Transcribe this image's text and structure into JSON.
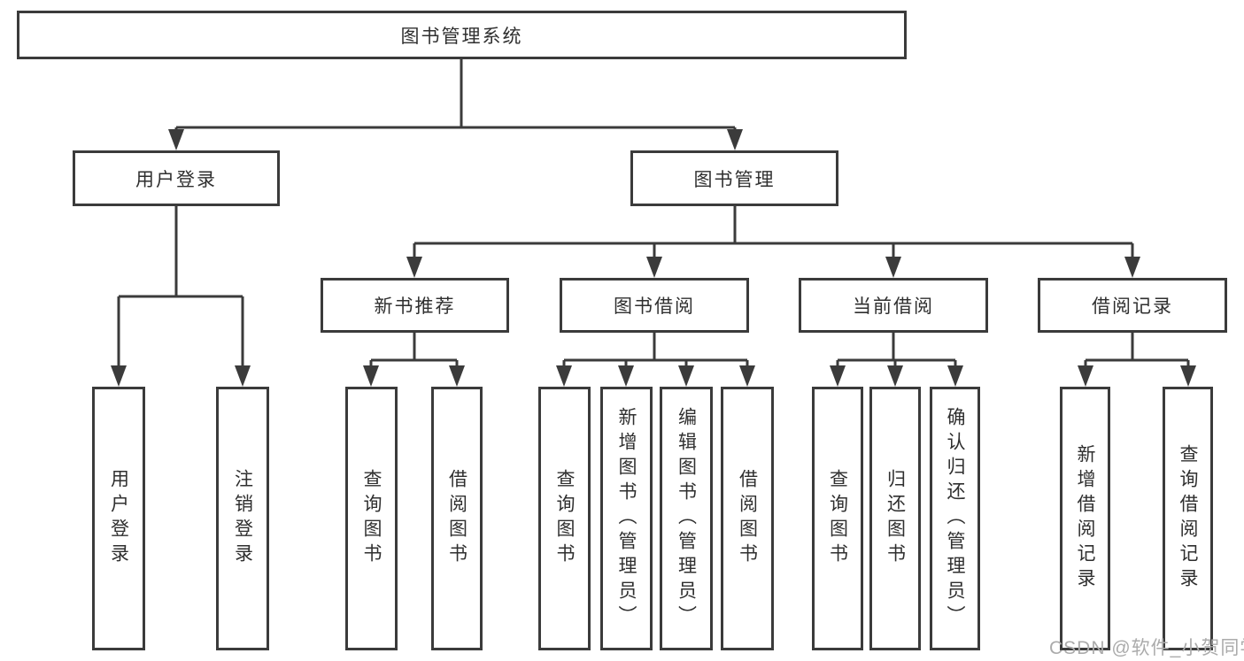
{
  "tree": {
    "label": "图书管理系统",
    "children": [
      {
        "label": "用户登录",
        "children": [
          {
            "label": "用户登录"
          },
          {
            "label": "注销登录"
          }
        ]
      },
      {
        "label": "图书管理",
        "children": [
          {
            "label": "新书推荐",
            "children": [
              {
                "label": "查询图书"
              },
              {
                "label": "借阅图书"
              }
            ]
          },
          {
            "label": "图书借阅",
            "children": [
              {
                "label": "查询图书"
              },
              {
                "label": "新增图书（管理员）"
              },
              {
                "label": "编辑图书（管理员）"
              },
              {
                "label": "借阅图书"
              }
            ]
          },
          {
            "label": "当前借阅",
            "children": [
              {
                "label": "查询图书"
              },
              {
                "label": "归还图书"
              },
              {
                "label": "确认归还（管理员）"
              }
            ]
          },
          {
            "label": "借阅记录",
            "children": [
              {
                "label": "新增借阅记录"
              },
              {
                "label": "查询借阅记录"
              }
            ]
          }
        ]
      }
    ]
  },
  "watermark": {
    "text": "CSDN @软件_小贺同学"
  },
  "colors": {
    "line": "#3b3b3b",
    "text": "#2f2f2f",
    "watermark": "#ababab",
    "background": "#ffffff"
  }
}
